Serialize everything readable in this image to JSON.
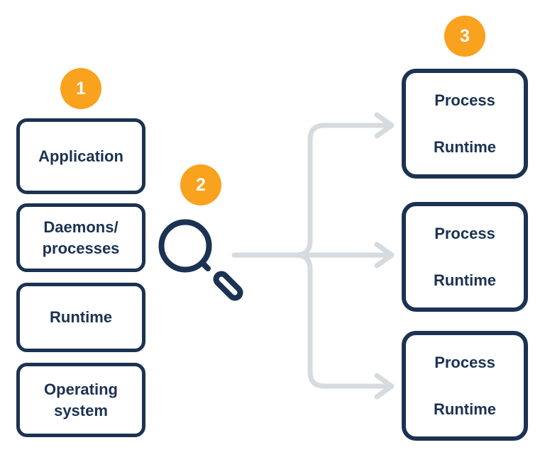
{
  "colors": {
    "navy": "#1B3252",
    "orange": "#F9A21E",
    "arrow": "#D5DBDE",
    "box_fill": "#FFFFFF",
    "background": "#FFFFFF",
    "badge_text": "#FFFFFF"
  },
  "badges": [
    {
      "label": "1"
    },
    {
      "label": "2"
    },
    {
      "label": "3"
    }
  ],
  "left_column": {
    "boxes": [
      {
        "lines": [
          "Application"
        ]
      },
      {
        "lines": [
          "Daemons/",
          "processes"
        ]
      },
      {
        "lines": [
          "Runtime"
        ]
      },
      {
        "lines": [
          "Operating",
          "system"
        ]
      }
    ]
  },
  "right_column": {
    "boxes": [
      {
        "top_label": "Process",
        "bottom_label": "Runtime"
      },
      {
        "top_label": "Process",
        "bottom_label": "Runtime"
      },
      {
        "top_label": "Process",
        "bottom_label": "Runtime"
      }
    ]
  }
}
